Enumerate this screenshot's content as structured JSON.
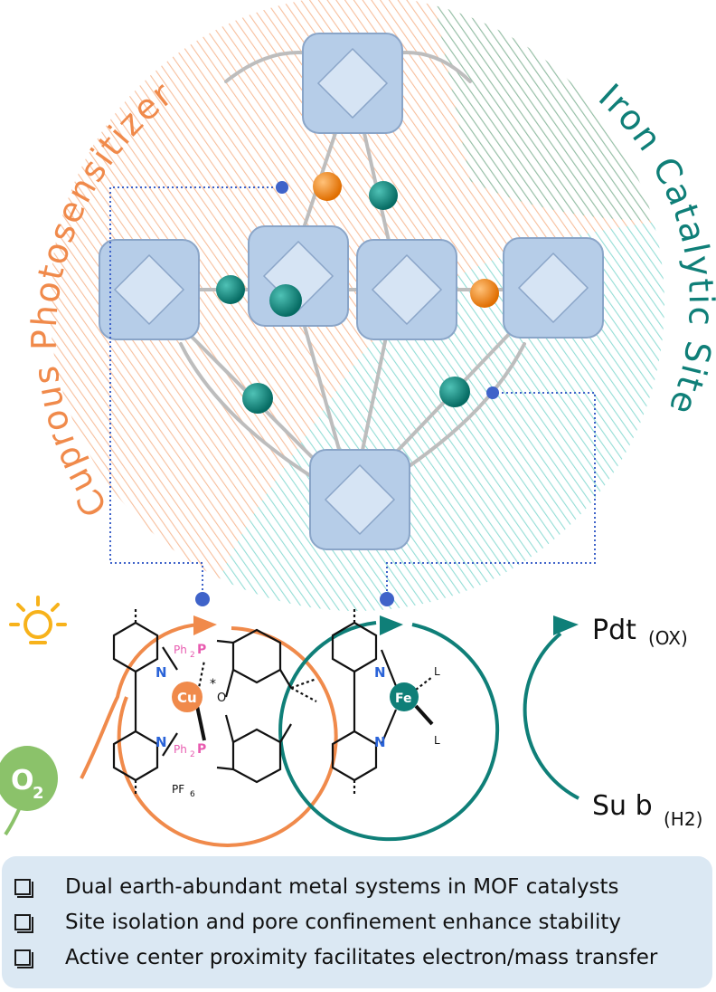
{
  "labels": {
    "left_arc": "Cuprous Photosensitizer",
    "right_arc": "Iron Catalytic Site"
  },
  "molecules": {
    "cu_complex": {
      "metal": "Cu",
      "ligand_top": "Ph",
      "ligand_top_sub": "2",
      "ligand_top_p": "P",
      "ligand_bottom": "Ph",
      "ligand_bottom_sub": "2",
      "ligand_bottom_p": "P",
      "n_top": "N",
      "n_bottom": "N",
      "o_atom": "O",
      "star": "*",
      "counter_ion": "PF",
      "counter_ion_sub": "6"
    },
    "fe_complex": {
      "metal": "Fe",
      "n_top": "N",
      "n_bottom": "N",
      "l_top": "L",
      "l_bottom": "L"
    }
  },
  "reaction": {
    "product": "Pdt",
    "product_sub": "(OX)",
    "substrate": "Su b",
    "substrate_sub": "(H2)",
    "oxygen": "O",
    "oxygen_sub": "2"
  },
  "bullets": [
    "Dual earth-abundant metal systems in MOF catalysts",
    "Site isolation and pore confinement enhance stability",
    "Active center proximity facilitates electron/mass transfer"
  ],
  "colors": {
    "orange": "#f08a4b",
    "teal": "#0f7f78",
    "blue_dot": "#3f63c9",
    "cluster": "#b6cde8",
    "bullet_bg": "#dbe8f3",
    "pink": "#e85bb0",
    "sun": "#f7b21b",
    "o2_green": "#8bc26a"
  },
  "icons": [
    "sun-icon",
    "o2-balloon-icon",
    "checkbox-icon"
  ]
}
